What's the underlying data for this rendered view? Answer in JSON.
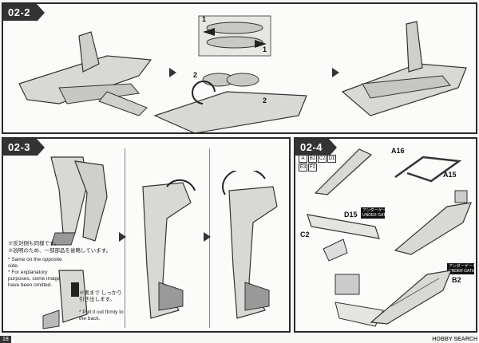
{
  "steps": {
    "s1": {
      "tag": "02-2"
    },
    "s2": {
      "tag": "02-3"
    },
    "s3": {
      "tag": "02-4"
    }
  },
  "sub_numbers": [
    "1",
    "1",
    "2",
    "2"
  ],
  "notes_jp": [
    "※反対側も同様です。",
    "※説明のため、一部部品を省略しています。"
  ],
  "notes_en": [
    "* Same on the opposite side.",
    "* For explanatory purposes, some images have been omitted."
  ],
  "pull_note": {
    "jp": "※奥まで しっかり 引き出します。",
    "en": "* Pull it out firmly to the back."
  },
  "parts_codes": [
    "A",
    "B2",
    "C2",
    "D1",
    "E3",
    "F2"
  ],
  "labels": {
    "a16": "A16",
    "a15": "A15",
    "d15": "D15",
    "c2_34": "C2",
    "b2_31": "B2"
  },
  "under_gate": "アンダーゲート\nUNDER GATE",
  "under_gate2": "アンダーゲート\nUNDER GATE",
  "page_number": "18",
  "watermark": "HOBBY SEARCH"
}
